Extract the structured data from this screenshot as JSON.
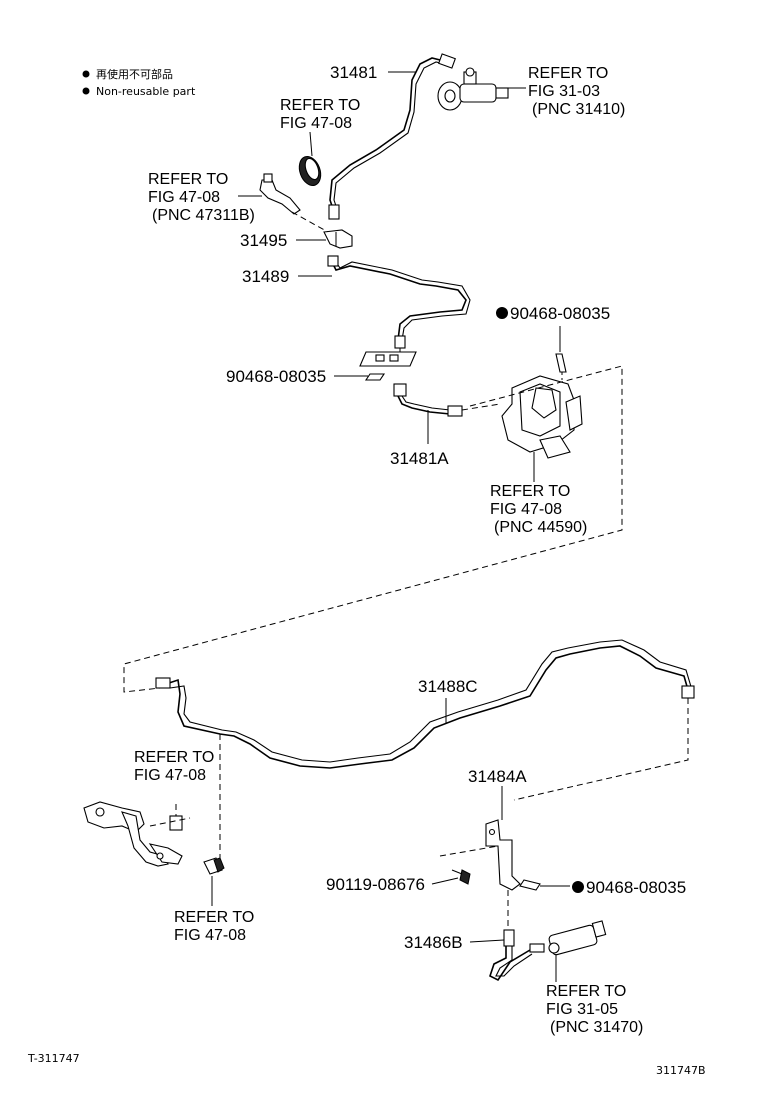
{
  "legend": {
    "line1": "再使用不可部品",
    "line2": "Non-reusable part"
  },
  "parts": {
    "p31481": "31481",
    "p31495": "31495",
    "p31489": "31489",
    "p90468_a": "90468-08035",
    "p90468_b": "90468-08035",
    "p31481A": "31481A",
    "p31488C": "31488C",
    "p31484A": "31484A",
    "p90119": "90119-08676",
    "p90468_c": "90468-08035",
    "p31486B": "31486B"
  },
  "refs": {
    "r1": [
      "REFER TO",
      "FIG 31-03",
      "(PNC 31410)"
    ],
    "r2": [
      "REFER TO",
      "FIG 47-08"
    ],
    "r3": [
      "REFER TO",
      "FIG 47-08",
      "(PNC 47311B)"
    ],
    "r4": [
      "REFER TO",
      "FIG 47-08",
      "(PNC 44590)"
    ],
    "r5": [
      "REFER TO",
      "FIG 47-08"
    ],
    "r6": [
      "REFER TO",
      "FIG 47-08"
    ],
    "r7": [
      "REFER TO",
      "FIG 31-05",
      "(PNC 31470)"
    ]
  },
  "footer": {
    "left": "T-311747",
    "right": "311747B"
  }
}
